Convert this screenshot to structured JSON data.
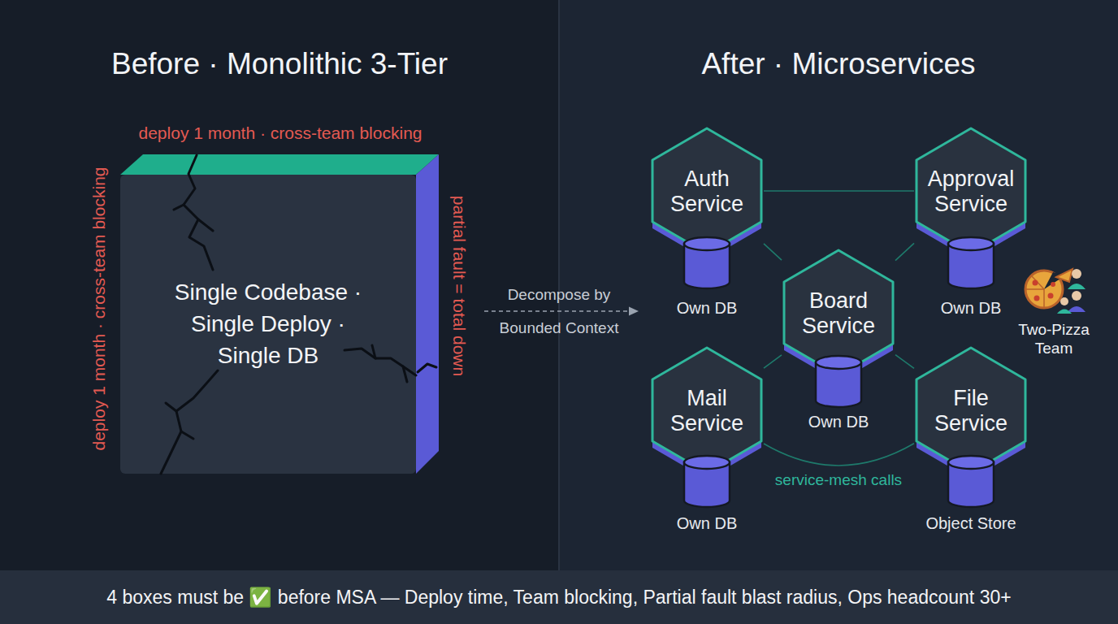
{
  "diagram": {
    "caption": "4 boxes must be ✅ before MSA — Deploy time, Team blocking, Partial fault blast radius, Ops headcount 30+",
    "nodes": [
      {
        "text": [
          "Before · Monolithic 3-Tier"
        ]
      },
      {
        "text": [
          "Single Codebase · Single Deploy · Single DB"
        ],
        "in": 0
      },
      {
        "text": [
          "After · Microservices"
        ]
      },
      {
        "text": [
          "Auth Service",
          "Own DB"
        ],
        "in": 2
      },
      {
        "text": [
          "Approval Service",
          "Own DB"
        ],
        "in": 2
      },
      {
        "text": [
          "Board Service",
          "Own DB"
        ],
        "in": 2
      },
      {
        "text": [
          "Mail Service",
          "Own DB"
        ],
        "in": 2
      },
      {
        "text": [
          "File Service",
          "Object Store"
        ],
        "in": 2
      }
    ],
    "edges": [
      {
        "from": 3,
        "to": 4,
        "arrow": "none"
      },
      {
        "from": 3,
        "to": 5,
        "arrow": "none"
      },
      {
        "from": 4,
        "to": 5,
        "arrow": "none"
      },
      {
        "from": 6,
        "to": 5,
        "arrow": "none"
      },
      {
        "from": 7,
        "to": 5,
        "arrow": "none"
      },
      {
        "from": 6,
        "to": 7,
        "arrow": "none"
      }
    ],
    "labels": [
      "deploy 1 month · cross-team blocking",
      "deploy 1 month · cross-team blocking",
      "partial fault = total down",
      "Decompose by Bounded Context",
      "service-mesh calls",
      "Two-Pizza Team"
    ]
  }
}
